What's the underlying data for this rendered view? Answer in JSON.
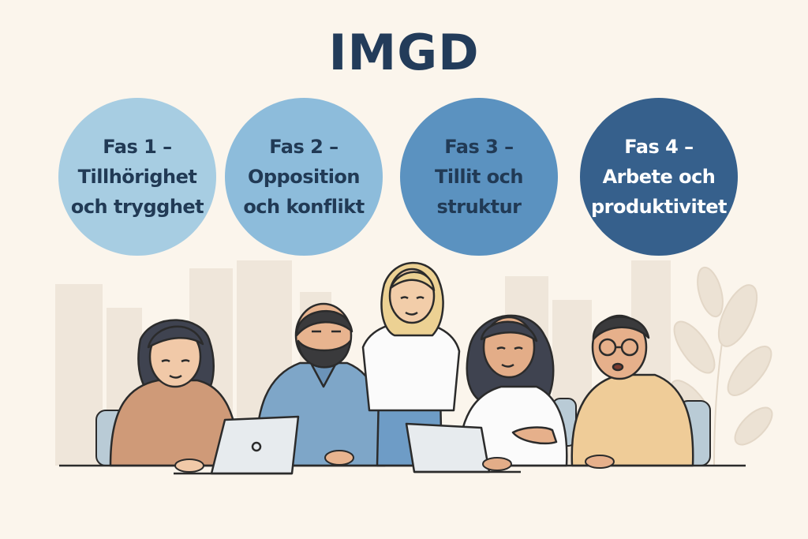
{
  "title": "IMGD",
  "phases": [
    {
      "lines": [
        "Fas 1 –",
        "Tillhörighet",
        "och trygghet"
      ],
      "color": "#a7cde2",
      "text_color": "#213a55"
    },
    {
      "lines": [
        "Fas 2 –",
        "Opposition",
        "och konflikt"
      ],
      "color": "#8dbcdb",
      "text_color": "#213a55"
    },
    {
      "lines": [
        "Fas 3 –",
        "Tillit och",
        "struktur"
      ],
      "color": "#5b92c0",
      "text_color": "#213a55"
    },
    {
      "lines": [
        "Fas 4 –",
        "Arbete och",
        "produktivitet"
      ],
      "color": "#36608c",
      "text_color": "#ffffff"
    }
  ],
  "colors": {
    "background": "#fbf5ec",
    "title": "#233c5a",
    "skyline": "#efe6da",
    "outline": "#2b2b2b"
  }
}
